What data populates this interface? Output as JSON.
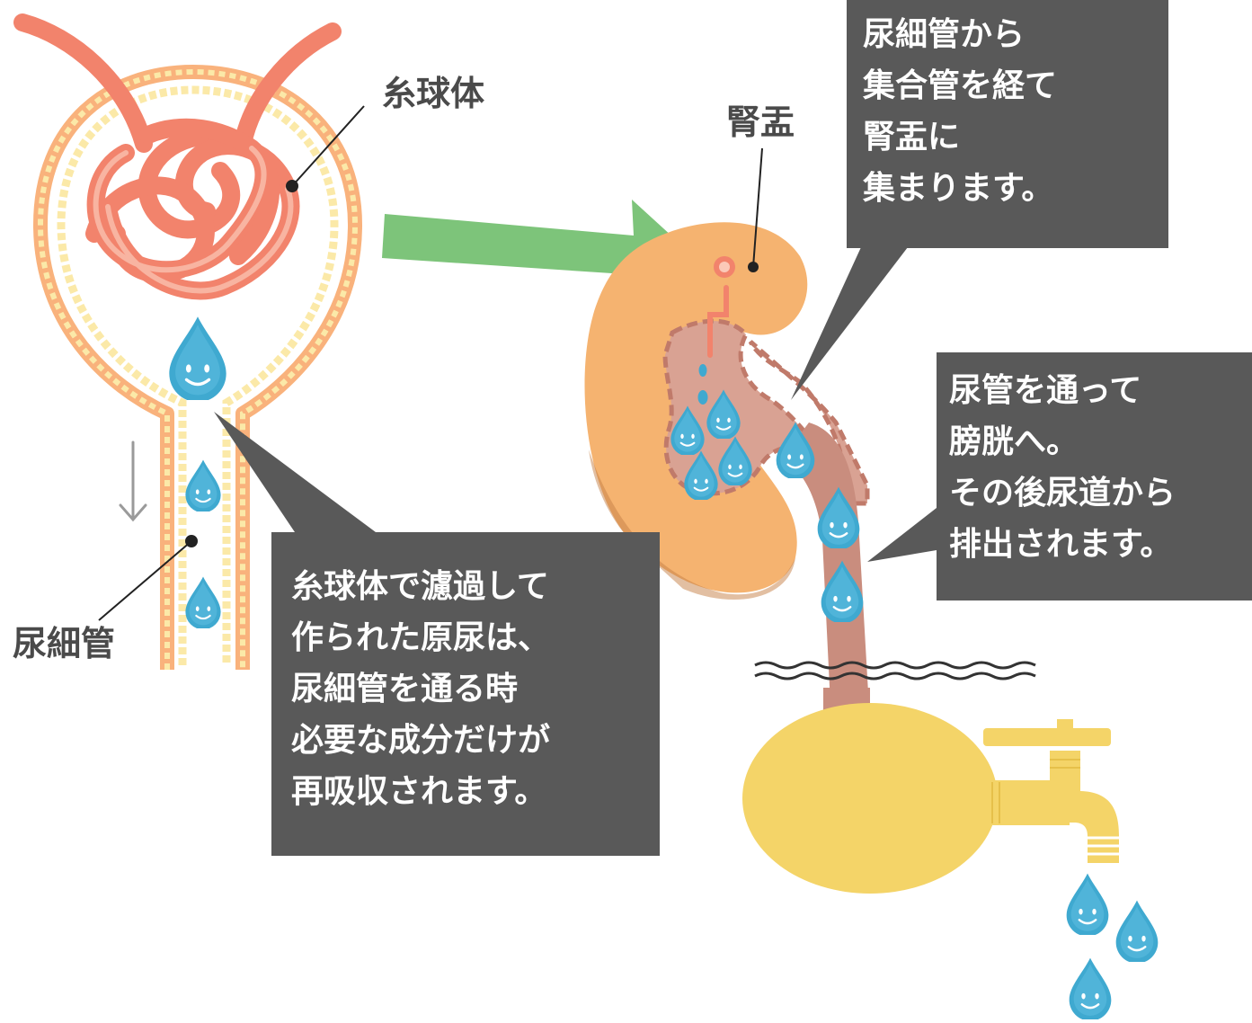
{
  "labels": {
    "glomerulus": "糸球体",
    "renal_pelvis": "腎盂",
    "renal_tubule": "尿細管"
  },
  "callouts": {
    "filtration": [
      "糸球体で濾過して",
      "作られた原尿は、",
      "尿細管を通る時",
      "必要な成分だけが",
      "再吸収されます。"
    ],
    "collection": [
      "尿細管から",
      "集合管を経て",
      "腎盂に",
      "集まります。"
    ],
    "excretion": [
      "尿管を通って",
      "膀胱へ。",
      "その後尿道から",
      "排出されます。"
    ]
  },
  "colors": {
    "capsule": "#f9b27c",
    "capsule_inner": "#fbe9a8",
    "glomerulus": "#f2836c",
    "kidney": "#f5b370",
    "pelvis": "#d9a293",
    "ureter": "#c98d7e",
    "bladder": "#f4d468",
    "arrow": "#7dc47a",
    "droplet": "#3fa9d0",
    "callout_bg": "#595959"
  }
}
